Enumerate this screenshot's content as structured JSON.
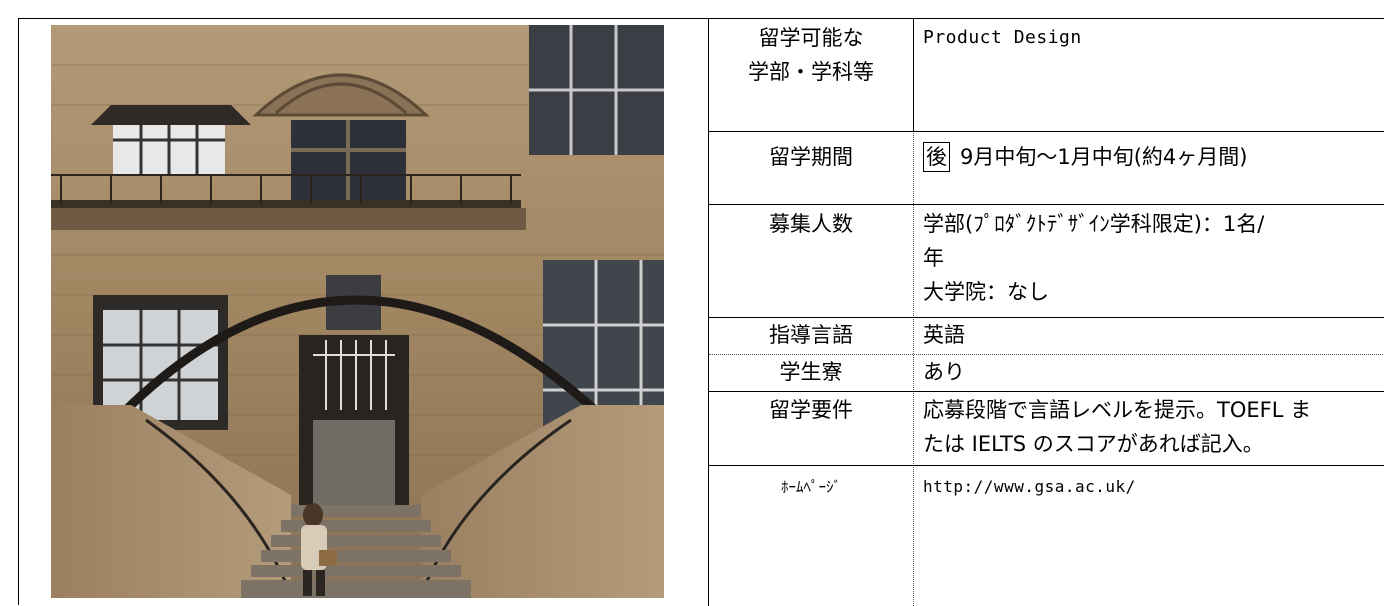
{
  "rows": [
    {
      "label_lines": [
        "留学可能な",
        "学部・学科等"
      ],
      "value": "Product Design"
    },
    {
      "label": "留学期間",
      "value_box": "後",
      "value": "9月中旬～1月中旬(約4ヶ月間)"
    },
    {
      "label": "募集人数",
      "value_lines": [
        "学部(ﾌﾟﾛﾀﾞｸﾄﾃﾞｻﾞｲﾝ学科限定)：1名/",
        "年",
        "大学院：なし"
      ]
    },
    {
      "label": "指導言語",
      "value": "英語"
    },
    {
      "label": "学生寮",
      "value": "あり"
    },
    {
      "label": "留学要件",
      "value_lines": [
        "応募段階で言語レベルを提示。TOEFL ま",
        "たは IELTS のスコアがあれば記入。"
      ]
    },
    {
      "label": "ﾎｰﾑﾍﾟｰｼﾞ",
      "value": "http://www.gsa.ac.uk/"
    }
  ]
}
